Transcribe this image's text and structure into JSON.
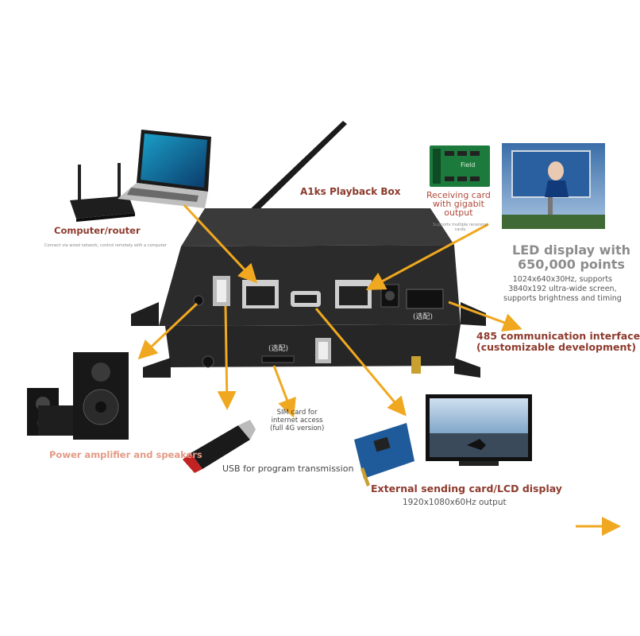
{
  "product": {
    "name": "A1ks Playback Box"
  },
  "labels": {
    "computer_router": "Computer/router",
    "computer_router_note": "Connect via wired network, control remotely with a computer",
    "receiving_card": "Receiving card\nwith gigabit\noutput",
    "receiving_card_note": "Supports multiple receiving\ncards",
    "field_text": "Field",
    "led_display": "LED display with\n650,000 points",
    "led_display_specs": "1024x640x30Hz, supports\n3840x192 ultra-wide screen,\nsupports brightness and timing",
    "rs485": "485 communication interface\n(customizable development)",
    "optional_top": "(选配)",
    "optional_bottom": "(选配)",
    "sim_card": "SIM card for\ninternet access\n(full 4G version)",
    "usb": "USB for program transmission",
    "speakers": "Power amplifier and speakers",
    "sending_card": "External sending card/LCD display",
    "sending_card_spec": "1920x1080x60Hz output"
  },
  "colors": {
    "arrow": "#f0a820",
    "box": "#2b2b2b",
    "label_dark": "#8e3b2e",
    "label_peach": "#e39a86"
  }
}
